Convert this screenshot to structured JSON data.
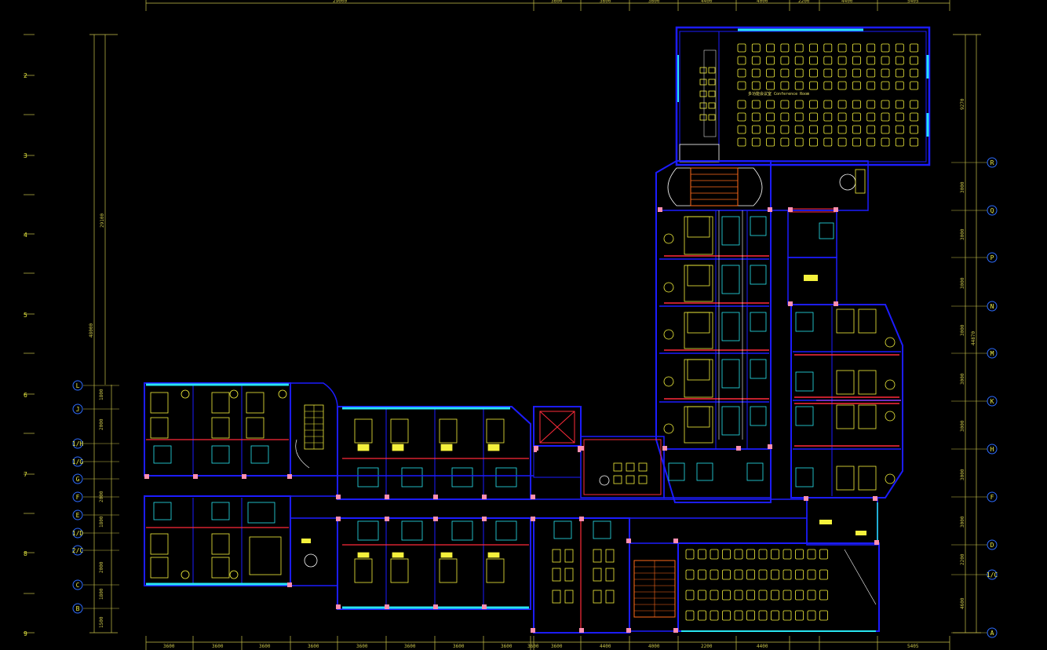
{
  "row_numbers": [
    "2",
    "3",
    "4",
    "5",
    "6",
    "7",
    "8",
    "9"
  ],
  "left_axes": [
    "L",
    "J",
    "1/H",
    "1/G",
    "G",
    "F",
    "E",
    "1/D",
    "2/C",
    "C",
    "B"
  ],
  "right_axes": [
    "R",
    "Q",
    "P",
    "N",
    "M",
    "K",
    "H",
    "F",
    "D",
    "1/C",
    "A"
  ],
  "top_dims": [
    "29000",
    "3600",
    "3600",
    "3600",
    "4400",
    "4000",
    "2200",
    "4400",
    "5405"
  ],
  "bottom_dims": [
    "3600",
    "3600",
    "3600",
    "3600",
    "3600",
    "3600",
    "3600",
    "3600",
    "3600",
    "3600",
    "4400",
    "4000",
    "2200",
    "4400",
    "5405"
  ],
  "left_outer_dims": [
    "48000",
    "29100"
  ],
  "left_inner_dims": [
    "1800",
    "2000",
    "2000",
    "1800",
    "2000",
    "1800",
    "1500"
  ],
  "right_outer_dims": [
    "9270",
    "44870"
  ],
  "right_inner_dims": [
    "3000",
    "3000",
    "3000",
    "3000",
    "3000",
    "3000",
    "3000",
    "3000",
    "2200",
    "4600"
  ],
  "conference_label": "多功能会议室 Conference Room",
  "colors": {
    "wall": "#1c1cff",
    "yellow": "#f4f13c",
    "cyan": "#29e5f2",
    "red": "#ff2b3a",
    "pink": "#ff8fb0",
    "green": "#2bff5a",
    "white": "#ffffff",
    "dim": "#c8c24a"
  }
}
